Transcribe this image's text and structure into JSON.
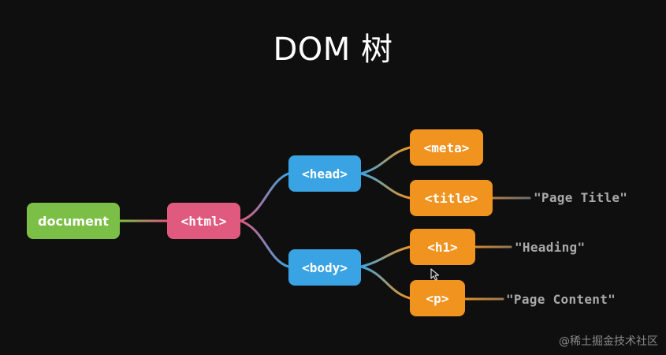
{
  "title": "DOM 树",
  "colors": {
    "background": "#0f0f0f",
    "document": "#7bbf46",
    "html": "#df5a7e",
    "head": "#3aa3e3",
    "body": "#3aa3e3",
    "leaf_tags": "#f0931f",
    "text_nodes": "#a9a9a9"
  },
  "nodes": {
    "document": "document",
    "html": "<html>",
    "head": "<head>",
    "body": "<body>",
    "meta": "<meta>",
    "title": "<title>",
    "h1": "<h1>",
    "p": "<p>"
  },
  "text_nodes": {
    "page_title": "\"Page Title\"",
    "heading": "\"Heading\"",
    "page_content": "\"Page Content\""
  },
  "watermark": "@稀土掘金技术社区"
}
